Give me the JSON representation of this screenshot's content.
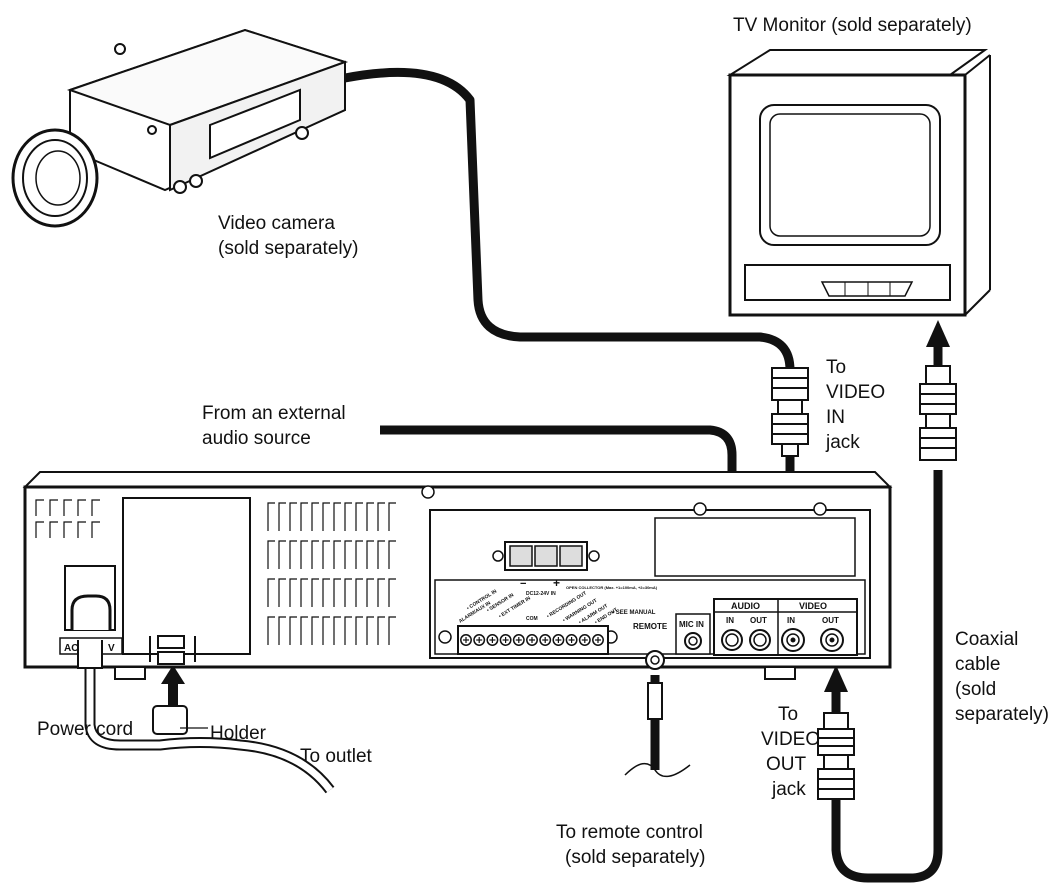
{
  "labels": {
    "tv_monitor": "TV Monitor (sold separately)",
    "video_camera_1": "Video camera",
    "video_camera_2": "(sold separately)",
    "video_in_1": "To",
    "video_in_2": "VIDEO",
    "video_in_3": "IN",
    "video_in_4": "jack",
    "audio_source_1": "From an external",
    "audio_source_2": "audio source",
    "coaxial_1": "Coaxial",
    "coaxial_2": "cable",
    "coaxial_3": "(sold",
    "coaxial_4": "separately)",
    "video_out_1": "To",
    "video_out_2": "VIDEO",
    "video_out_3": "OUT",
    "video_out_4": "jack",
    "power_cord": "Power cord",
    "holder": "Holder",
    "to_outlet": "To outlet",
    "remote_1": "To remote control",
    "remote_2": "(sold separately)"
  },
  "panel": {
    "ac_label": "AC",
    "ac_voltage": "V",
    "dc_minus": "−",
    "dc_plus": "+",
    "dc_label": "DC12-24V IN",
    "open_collector": "OPEN COLLECTOR (Max. +1=100mA, +2=30mA)",
    "com": "COM",
    "see_manual": "• SEE MANUAL",
    "remote": "REMOTE",
    "mic_in": "MIC IN",
    "audio": "AUDIO",
    "video": "VIDEO",
    "audio_in": "IN",
    "audio_out": "OUT",
    "video_in": "IN",
    "video_out": "OUT",
    "control_in": "• CONTROL IN",
    "alarm_in": "ALARM/AUX IN",
    "sensor_in": "• SENSOR IN",
    "ext_timer": "• EXT TIMER IN",
    "rec_out": "• RECORDING OUT",
    "warning_out": "• WARNING OUT",
    "alarm_out": "• ALARM OUT",
    "end_out": "• END OUT"
  }
}
